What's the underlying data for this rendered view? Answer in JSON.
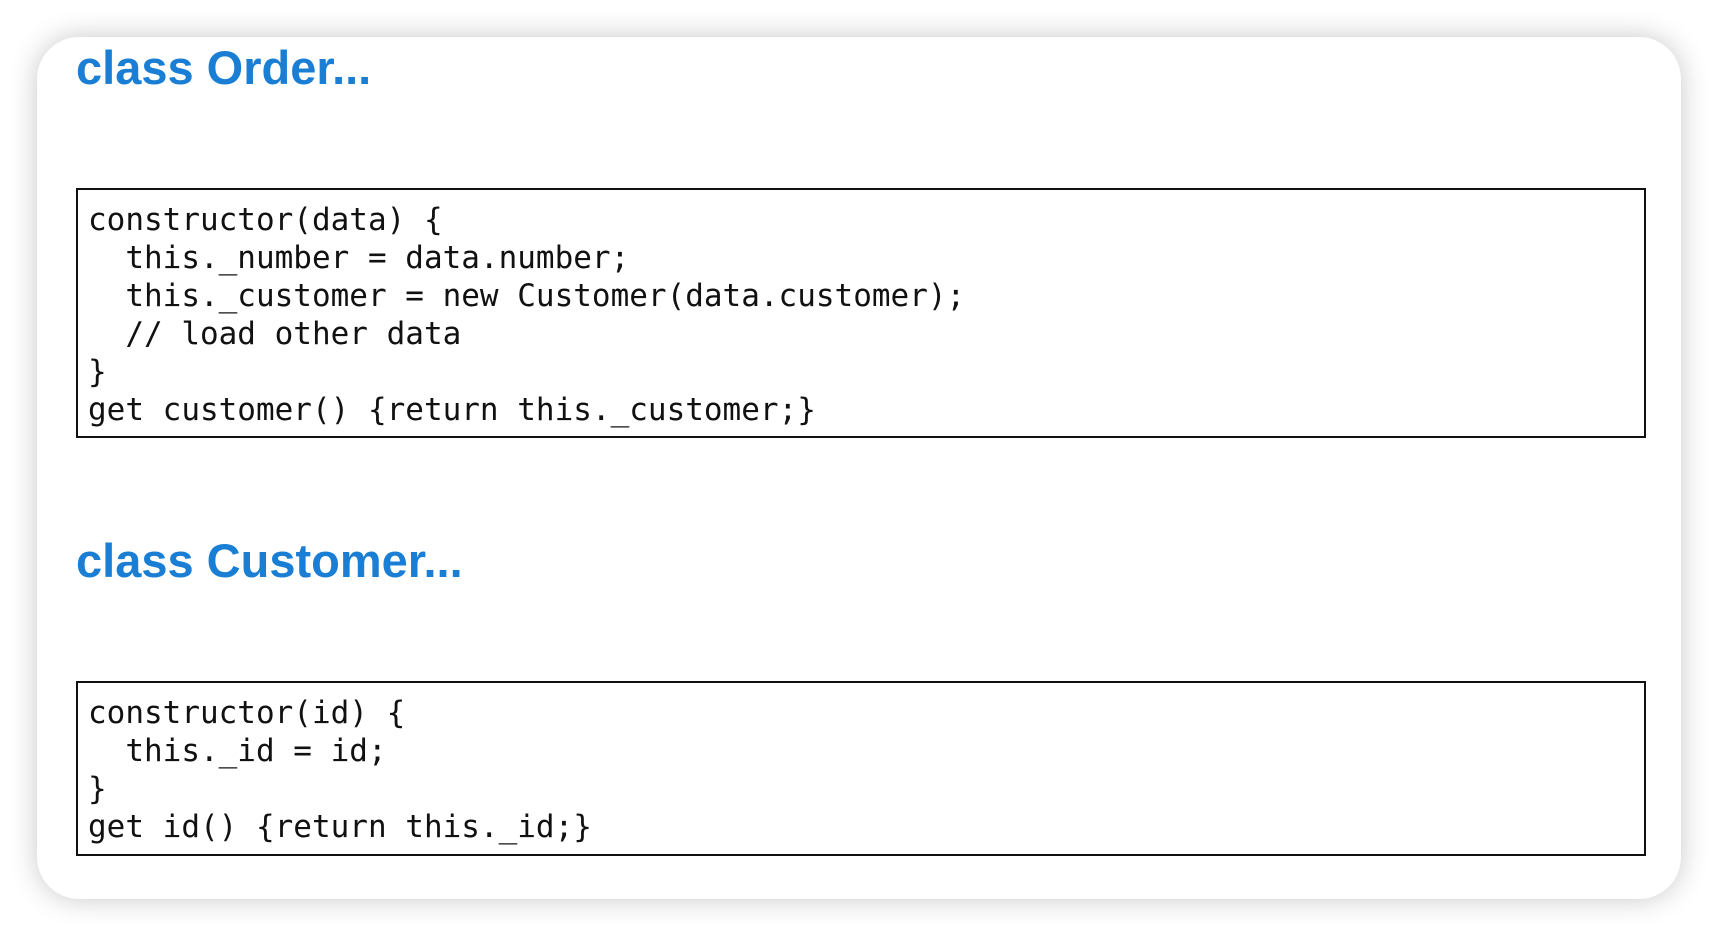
{
  "sections": [
    {
      "heading": "class Order...",
      "code_lines": [
        "constructor(data) {",
        "  this._number = data.number;",
        "  this._customer = new Customer(data.customer);",
        "  // load other data",
        "}",
        "get customer() {return this._customer;}"
      ]
    },
    {
      "heading": "class Customer...",
      "code_lines": [
        "constructor(id) {",
        "  this._id = id;",
        "}",
        "get id() {return this._id;}"
      ]
    }
  ],
  "colors": {
    "heading": "#1a7fd4",
    "code_text": "#111111",
    "box_border": "#111111"
  }
}
